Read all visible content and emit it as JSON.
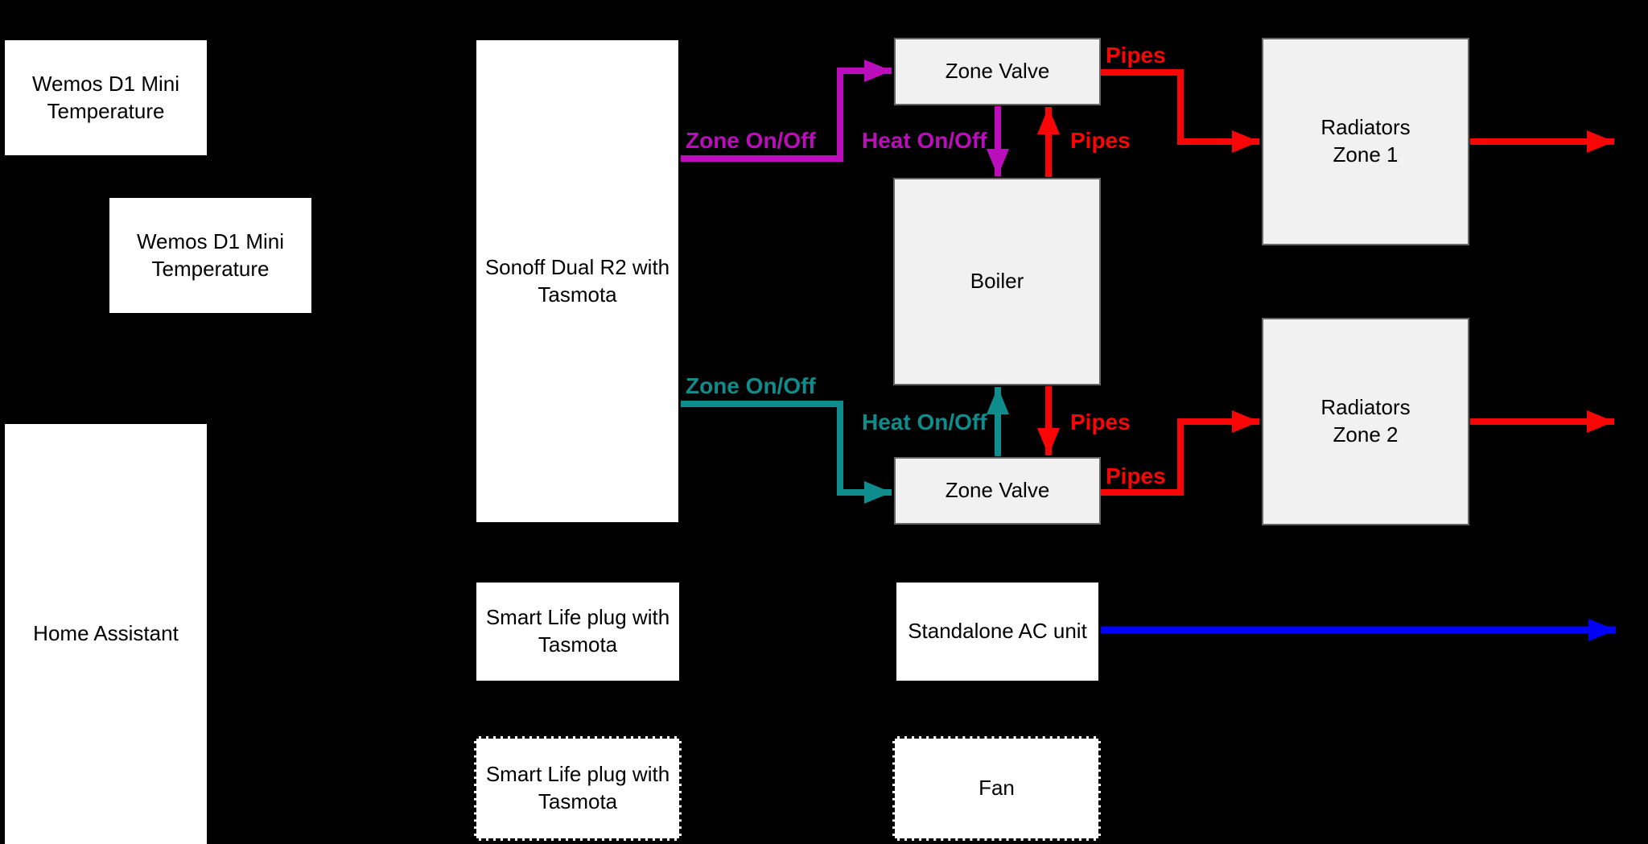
{
  "diagram": {
    "background_color": "#000000",
    "colors": {
      "zone_control_1": "#BB0DBB",
      "zone_control_2": "#0F8D8D",
      "pipes": "#FA0505",
      "ac_flow": "#0000FE",
      "node_fill_plain": "#FFFFFF",
      "node_fill_plant": "#F1F1F1",
      "node_border_plain": "#000000",
      "node_border_plant": "#666666",
      "text": "#000000"
    },
    "nodes": {
      "wemos1": {
        "label": "Wemos D1 Mini\nTemperature"
      },
      "wemos2": {
        "label": "Wemos D1 Mini\nTemperature"
      },
      "home_assistant": {
        "label": "Home Assistant"
      },
      "sonoff": {
        "label": "Sonoff Dual R2 with\nTasmota"
      },
      "zone_valve_1": {
        "label": "Zone Valve"
      },
      "boiler": {
        "label": "Boiler"
      },
      "zone_valve_2": {
        "label": "Zone Valve"
      },
      "radiators_zone_1": {
        "label": "Radiators\nZone 1"
      },
      "radiators_zone_2": {
        "label": "Radiators\nZone 2"
      },
      "smart_life_plug_1": {
        "label": "Smart Life plug with\nTasmota"
      },
      "standalone_ac": {
        "label": "Standalone AC unit"
      },
      "smart_life_plug_2": {
        "label": "Smart Life plug with\nTasmota"
      },
      "fan": {
        "label": "Fan"
      }
    },
    "edges": {
      "zone_onoff_1": {
        "label": "Zone On/Off"
      },
      "heat_onoff_1": {
        "label": "Heat On/Off"
      },
      "pipes_boiler_valve1": {
        "label": "Pipes"
      },
      "pipes_valve1_rad1": {
        "label": "Pipes"
      },
      "zone_onoff_2": {
        "label": "Zone On/Off"
      },
      "heat_onoff_2": {
        "label": "Heat On/Off"
      },
      "pipes_boiler_valve2": {
        "label": "Pipes"
      },
      "pipes_valve2_rad2": {
        "label": "Pipes"
      }
    }
  }
}
